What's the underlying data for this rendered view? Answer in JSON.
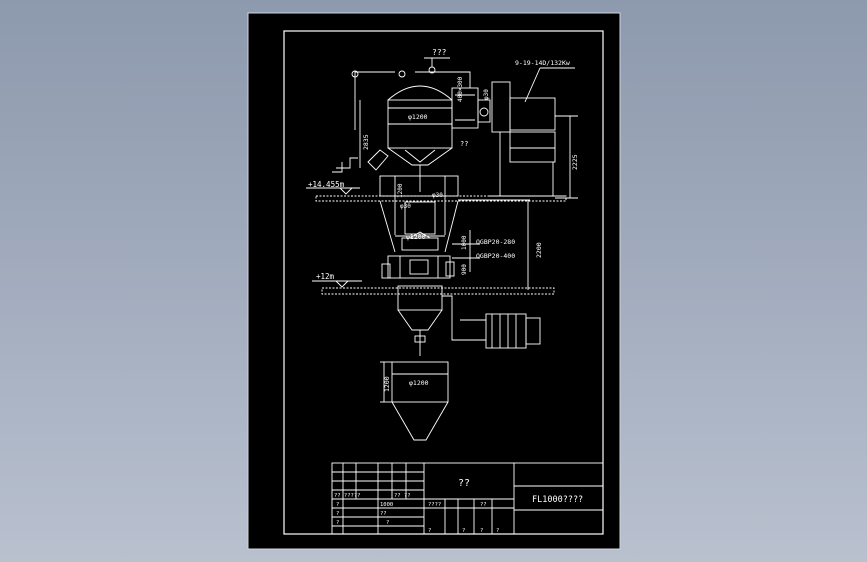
{
  "colors": {
    "background": "#9aa5b8",
    "sheet": "#000000",
    "line": "#ffffff"
  },
  "annotations": {
    "top_label": "???",
    "fan_spec": "9-19-14D/132Kw",
    "diameter_top": "φ1200",
    "diameter_mid": "φ1200",
    "diameter_bottom": "φ1200",
    "dim_2835": "2835",
    "dim_2225": "2225",
    "dim_2200": "2200",
    "dim_1200_a": "1200",
    "dim_1200_b": "1200",
    "dim_1000": "1000",
    "dim_400x300": "400×300",
    "dim_phi30_a": "φ30",
    "dim_phi30_b": "φ30",
    "dim_phi30_c": "φ30",
    "dim_900": "900",
    "level_upper": "+14.455m",
    "level_lower": "+12m",
    "small_q": "??",
    "valve_1": "QGBP20-280",
    "valve_2": "QGBP20-400"
  },
  "title_block": {
    "center_label": "??",
    "drawing_title": "FL1000????",
    "cell_a": "?? ?????",
    "cell_b": "?? ??",
    "cell_c": "1000",
    "cell_d": "?",
    "cell_e": "?",
    "cell_f": "????",
    "cell_g": "??",
    "cell_h": "??",
    "cell_i": "?",
    "cell_j": "?",
    "cell_k": "?",
    "cell_l": "?",
    "cell_m": "?",
    "cell_n": "?"
  }
}
